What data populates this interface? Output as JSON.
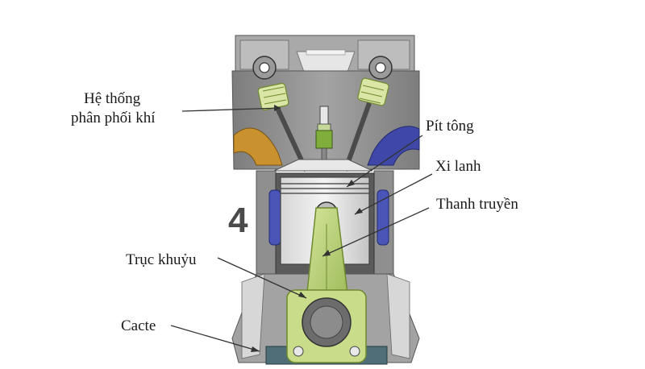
{
  "labels": {
    "valvetrain": [
      "Hệ thống",
      "phân phối khí"
    ],
    "piston": "Pít tông",
    "cylinder": "Xi lanh",
    "connecting_rod": "Thanh truyền",
    "crankshaft": "Trục khuỷu",
    "crankcase": "Cacte"
  },
  "stroke_number": "4",
  "colors": {
    "block": "#8a8a8a",
    "block_dark": "#5e5e5e",
    "block_light": "#c9c9c9",
    "intake_port": "#c9922e",
    "exhaust_port": "#3f47a8",
    "rod": "#b9d27a",
    "rod_edge": "#6f8a2e",
    "leader": "#333333"
  }
}
